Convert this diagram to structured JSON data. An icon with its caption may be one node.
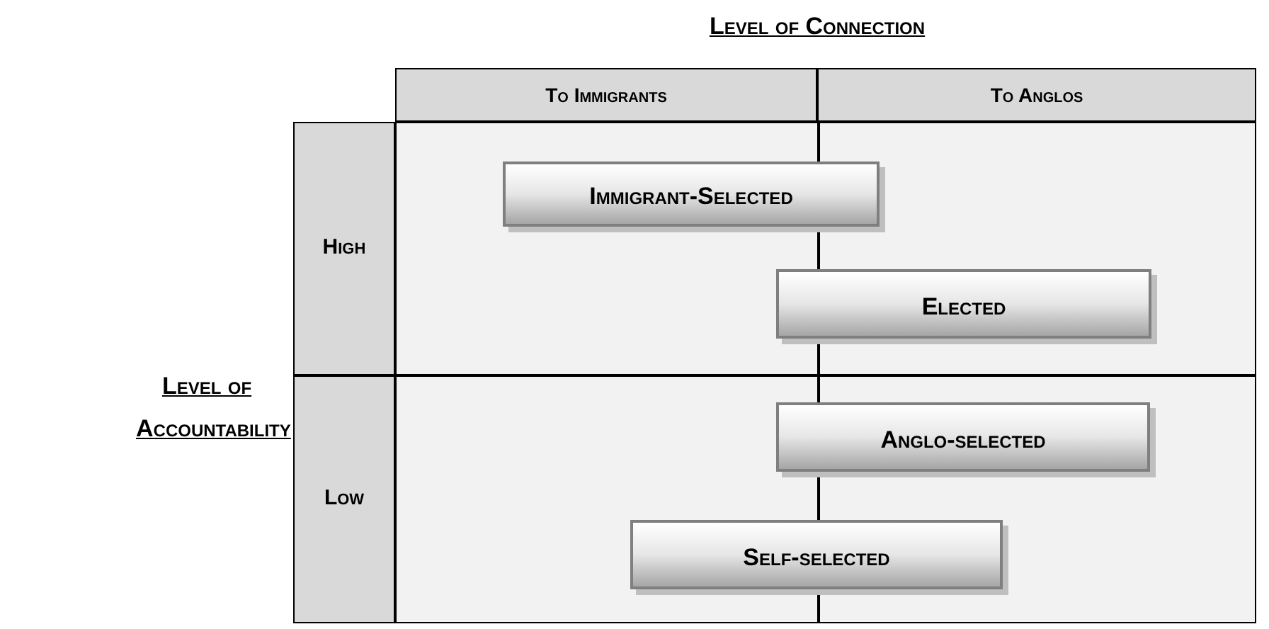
{
  "diagram": {
    "nodes": [
      {
        "text": [
          "To Immigrants"
        ]
      },
      {
        "text": [
          "To Anglos"
        ]
      },
      {
        "text": [
          "High"
        ]
      },
      {
        "text": [
          "Low"
        ]
      },
      {
        "text": [
          "Immigrant-Selected"
        ]
      },
      {
        "text": [
          "Elected"
        ]
      },
      {
        "text": [
          "Anglo-selected"
        ]
      },
      {
        "text": [
          "Self-selected"
        ]
      }
    ],
    "edges": [],
    "labels": [
      "Level of Connection",
      "Level of Accountability"
    ]
  }
}
